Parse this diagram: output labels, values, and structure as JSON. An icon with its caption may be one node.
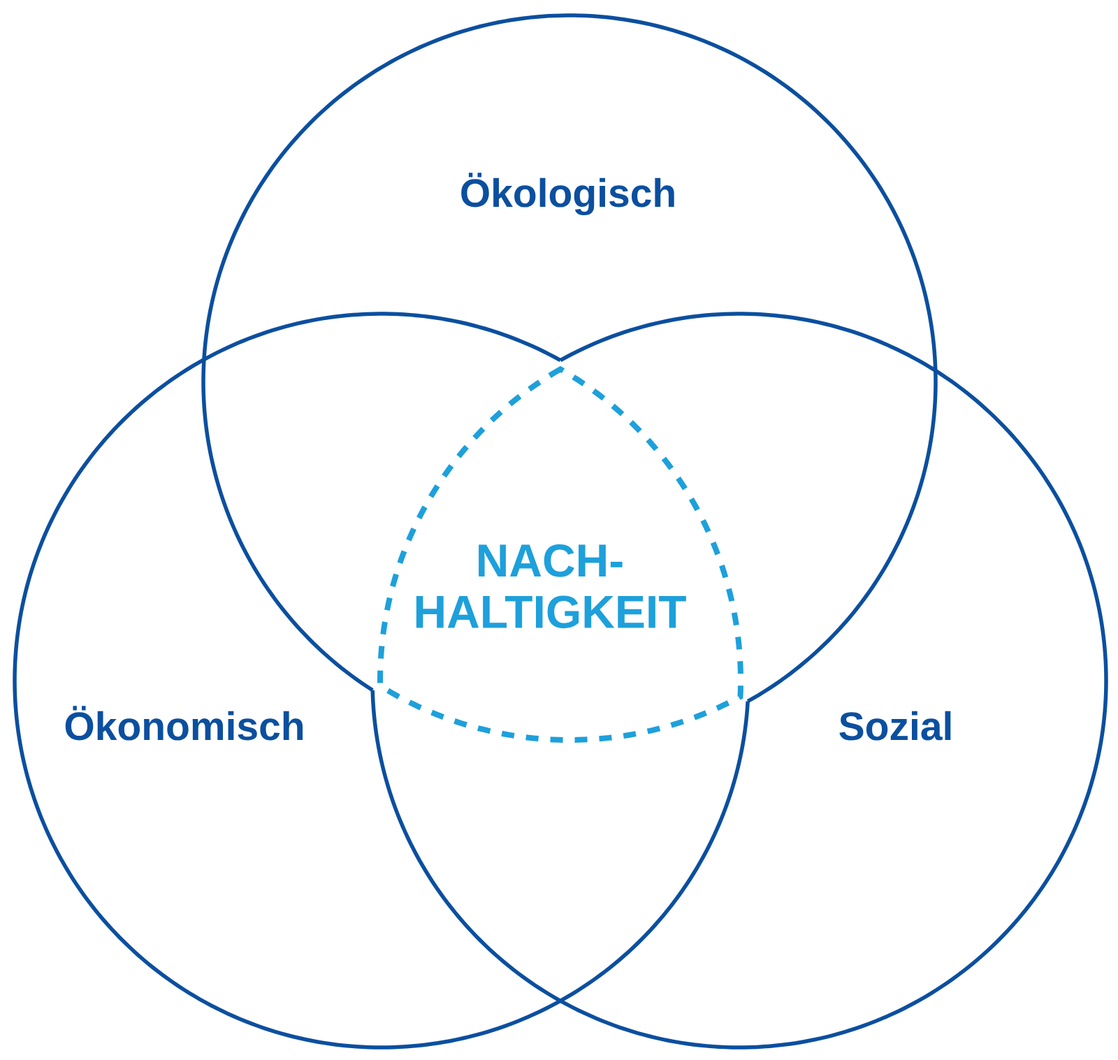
{
  "diagram": {
    "nodes": [
      {
        "text": [
          "Ökologisch"
        ]
      },
      {
        "text": [
          "Ökonomisch"
        ]
      },
      {
        "text": [
          "Sozial"
        ]
      },
      {
        "text": [
          "NACH- HALTIGKEIT"
        ]
      }
    ]
  }
}
